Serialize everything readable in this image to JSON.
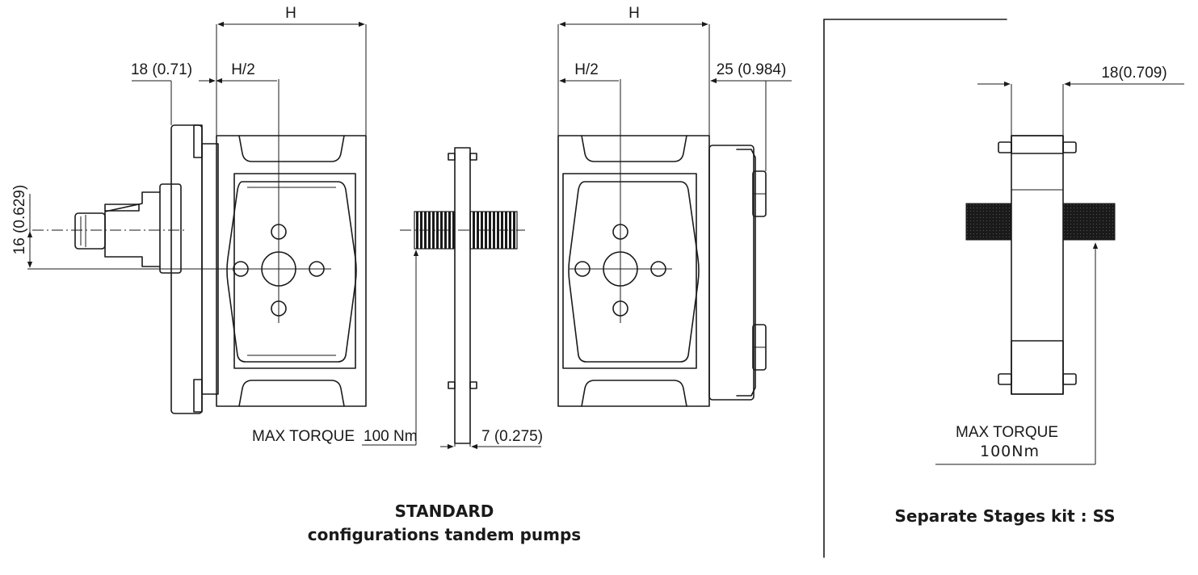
{
  "dimensions": {
    "h_left": "H",
    "h_half_left": "H/2",
    "flange_left": "18 (0.71)",
    "shaft_offset": "16 (0.629)",
    "h_right": "H",
    "h_half_right": "H/2",
    "flange_right": "25 (0.984)",
    "plate_width": "7 (0.275)",
    "kit_width": "18(0.709)"
  },
  "torque": {
    "standard_label": "MAX TORQUE",
    "standard_value": "100 Nm",
    "kit_label": "MAX TORQUE",
    "kit_value": "100Nm"
  },
  "captions": {
    "standard_line1": "STANDARD",
    "standard_line2": "configurations tandem pumps",
    "kit": "Separate Stages kit : SS"
  }
}
